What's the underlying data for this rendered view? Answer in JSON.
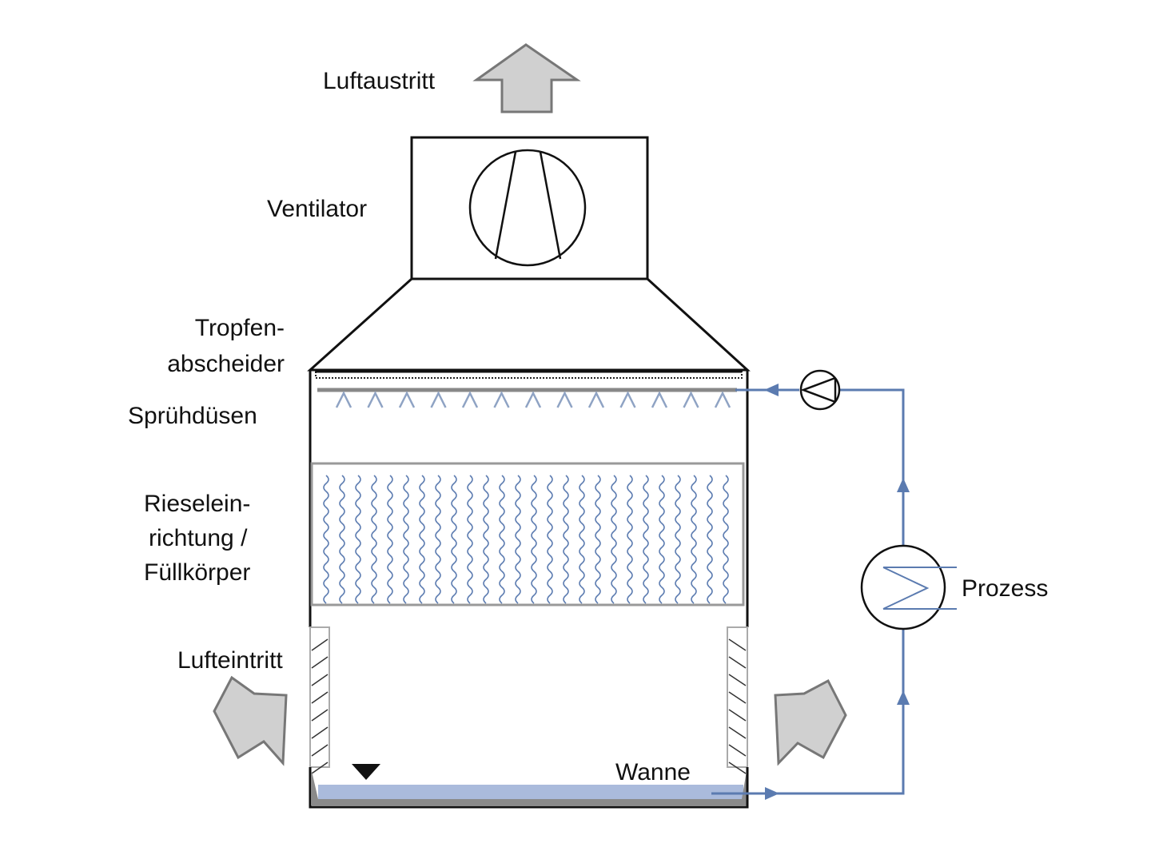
{
  "labels": {
    "air_outlet": "Luftaustritt",
    "fan": "Ventilator",
    "drift_eliminator_1": "Tropfen-",
    "drift_eliminator_2": "abscheider",
    "spray_nozzles": "Sprühdüsen",
    "fill_1": "Rieselein-",
    "fill_2": "richtung /",
    "fill_3": "Füllkörper",
    "air_inlet": "Lufteintritt",
    "basin": "Wanne",
    "process": "Prozess"
  },
  "colors": {
    "water": "#5b7bb0",
    "water_fill": "#aabbdc",
    "outline": "#111111",
    "air_arrow": "#cfcfcf",
    "gray": "#8a8a8a"
  },
  "icons": [
    "fan-icon",
    "pump-icon",
    "heat-exchanger-icon",
    "water-level-icon",
    "air-arrow-icon"
  ]
}
